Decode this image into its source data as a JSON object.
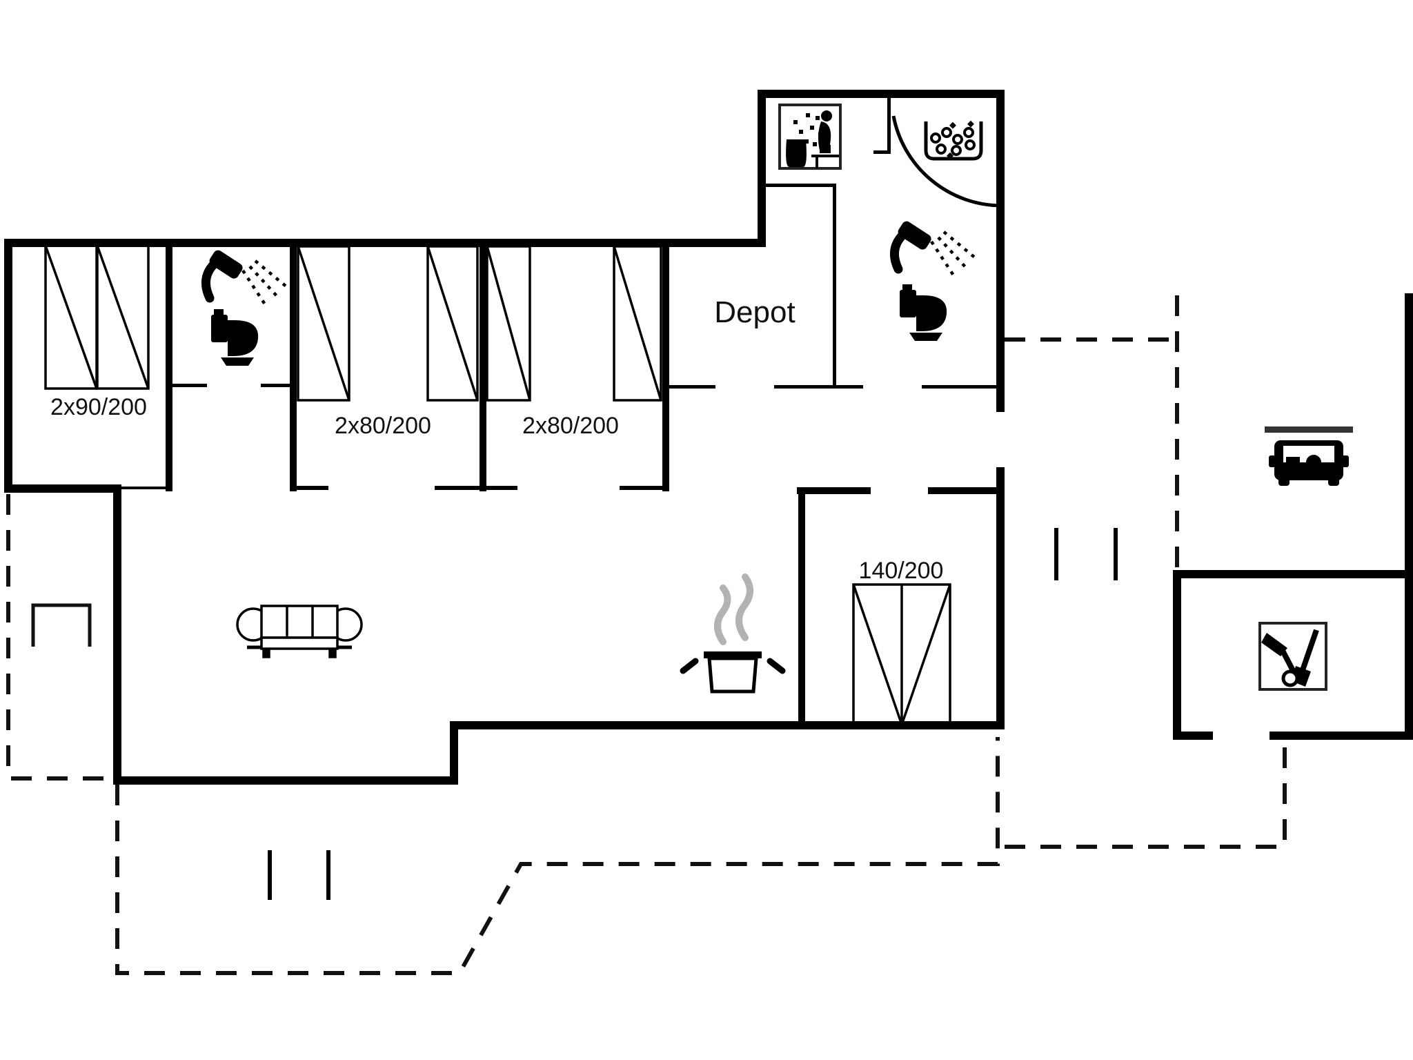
{
  "page": {
    "title": "Holiday house floor plan"
  },
  "labels": {
    "depot": "Depot",
    "bedroom1_beds": "2x90/200",
    "bedroom2_beds": "2x80/200",
    "bedroom3_beds": "2x80/200",
    "wardrobe": "140/200"
  },
  "colors": {
    "wall": "#000000",
    "background": "#ffffff",
    "steam_gray": "#b3b3b3",
    "text": "#111111"
  },
  "icons": [
    "sauna-icon",
    "whirlpool-icon",
    "shower-icon-bath1",
    "toilet-icon-bath1",
    "shower-icon-bath2",
    "toilet-icon-bath2",
    "sofa-icon",
    "cooking-pot-icon",
    "steam-icon",
    "car-icon",
    "tools-icon",
    "bed-symbol",
    "wardrobe-symbol",
    "bench-icon"
  ]
}
